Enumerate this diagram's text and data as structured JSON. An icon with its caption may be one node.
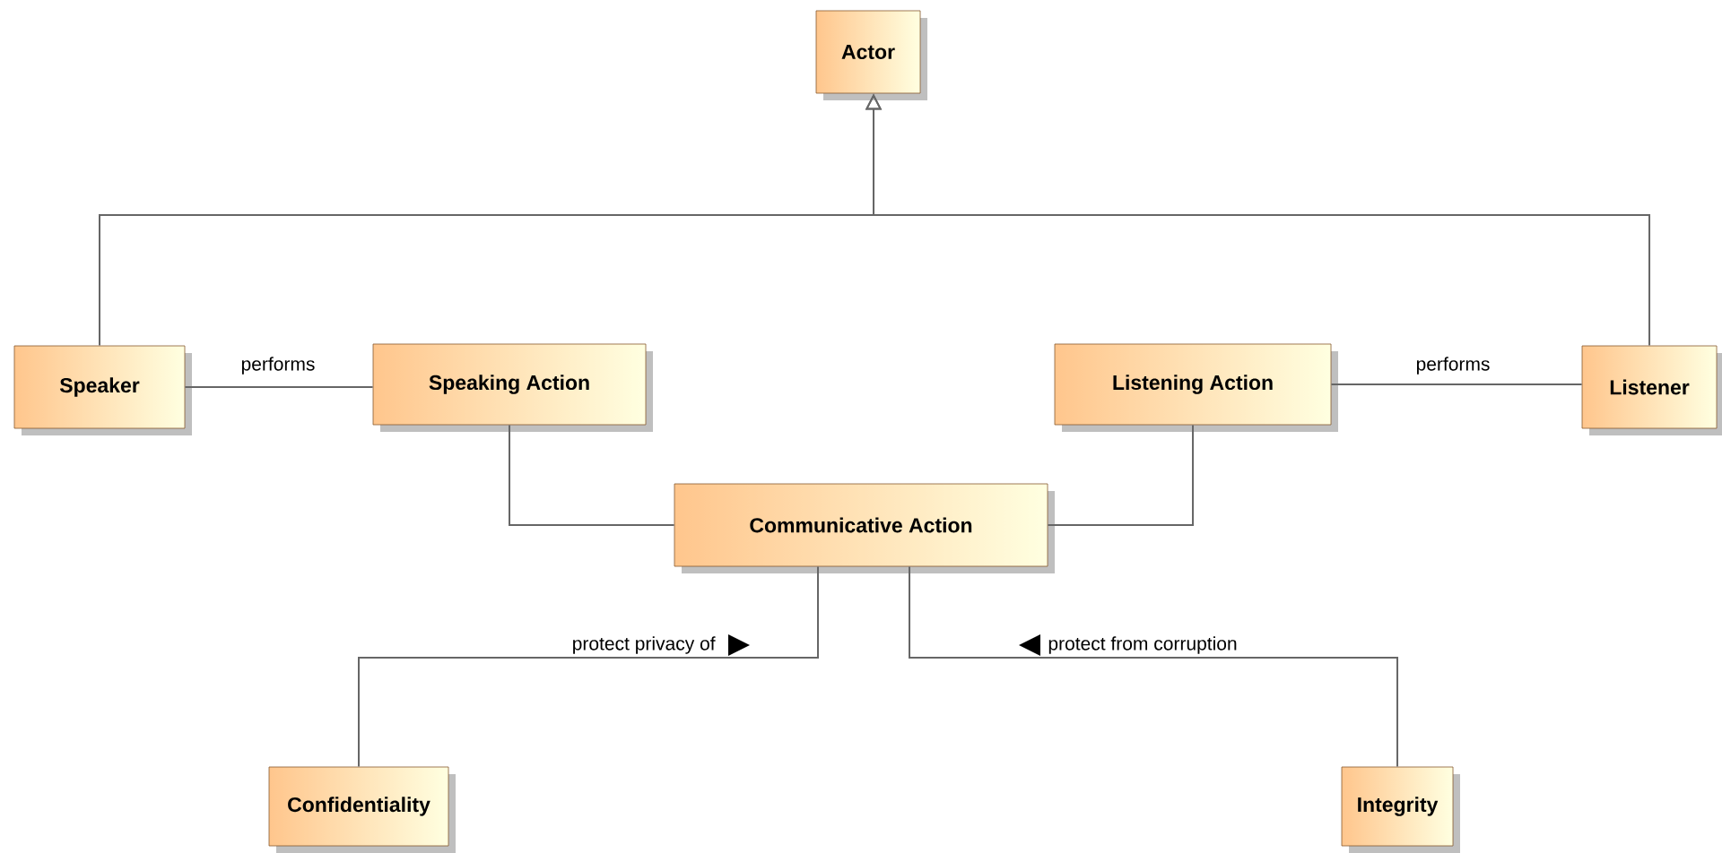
{
  "diagram": {
    "nodes": [
      {
        "text": [
          "Actor"
        ]
      },
      {
        "text": [
          "Speaker"
        ]
      },
      {
        "text": [
          "Speaking Action"
        ]
      },
      {
        "text": [
          "Listening Action"
        ]
      },
      {
        "text": [
          "Listener"
        ]
      },
      {
        "text": [
          "Communicative Action"
        ]
      },
      {
        "text": [
          "Confidentiality"
        ]
      },
      {
        "text": [
          "Integrity"
        ]
      }
    ],
    "edges": [
      {
        "from": 1,
        "to": 0,
        "arrow": "to"
      },
      {
        "from": 4,
        "to": 0,
        "arrow": "to"
      },
      {
        "from": 1,
        "to": 2,
        "arrow": "none",
        "label": "performs"
      },
      {
        "from": 3,
        "to": 4,
        "arrow": "none",
        "label": "performs"
      },
      {
        "from": 2,
        "to": 5,
        "arrow": "none"
      },
      {
        "from": 3,
        "to": 5,
        "arrow": "none"
      },
      {
        "from": 5,
        "to": 6,
        "arrow": "none",
        "label": "protect privacy of"
      },
      {
        "from": 5,
        "to": 7,
        "arrow": "none",
        "label": "protect from corruption"
      }
    ]
  }
}
